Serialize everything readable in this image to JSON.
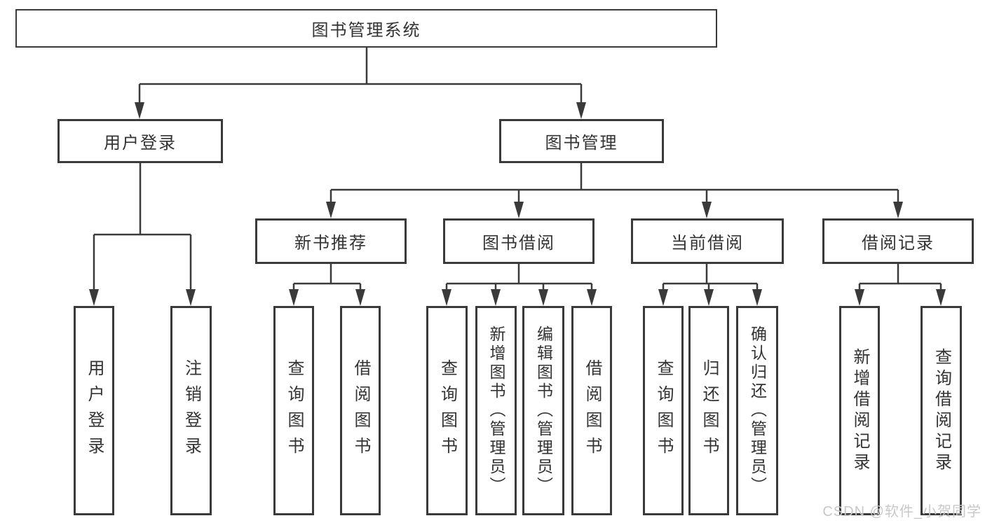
{
  "tree": {
    "label": "图书管理系统",
    "children": [
      {
        "label": "用户登录",
        "children": [
          {
            "label": "用户登录"
          },
          {
            "label": "注销登录"
          }
        ]
      },
      {
        "label": "图书管理",
        "children": [
          {
            "label": "新书推荐",
            "children": [
              {
                "label": "查询图书"
              },
              {
                "label": "借阅图书"
              }
            ]
          },
          {
            "label": "图书借阅",
            "children": [
              {
                "label": "查询图书"
              },
              {
                "label": "新增图书（管理员）"
              },
              {
                "label": "编辑图书（管理员）"
              },
              {
                "label": "借阅图书"
              }
            ]
          },
          {
            "label": "当前借阅",
            "children": [
              {
                "label": "查询图书"
              },
              {
                "label": "归还图书"
              },
              {
                "label": "确认归还（管理员）"
              }
            ]
          },
          {
            "label": "借阅记录",
            "children": [
              {
                "label": "新增借阅记录"
              },
              {
                "label": "查询借阅记录"
              }
            ]
          }
        ]
      }
    ]
  },
  "watermark": {
    "text": "CSDN @软件_小贺同学"
  },
  "colors": {
    "line": "#3a3a3a",
    "box_border": "#3a3a3a",
    "box_fill": "#ffffff",
    "text": "#333333",
    "watermark_text": "#c8c8c8",
    "background": "#ffffff"
  }
}
